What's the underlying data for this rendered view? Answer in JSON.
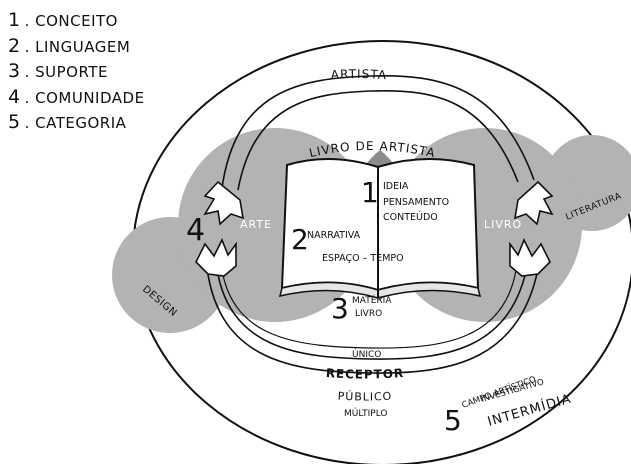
{
  "legend": [
    {
      "num": "1",
      "label": ". CONCEITO"
    },
    {
      "num": "2",
      "label": ". LINGUAGEM"
    },
    {
      "num": "3",
      "label": ". SUPORTE"
    },
    {
      "num": "4",
      "label": ". COMUNIDADE"
    },
    {
      "num": "5",
      "label": ". CATEGORIA"
    }
  ],
  "diagram": {
    "artista": "ARTISTA",
    "livro_de_artista": "LIVRO DE ARTISTA",
    "arte": "ARTE",
    "livro": "LIVRO",
    "literatura": "LITERATURA",
    "design": "DESIGN",
    "num_1": "1",
    "num_2": "2",
    "num_3": "3",
    "num_4": "4",
    "num_5": "5",
    "ideia": "IDEIA",
    "pensamento": "PENSAMENTO",
    "conteudo": "CONTEÚDO",
    "narrativa": "NARRATIVA",
    "espaco_tempo": "ESPAÇO – TEMPO",
    "materia": "MATÉRIA",
    "livro_suporte": "LIVRO",
    "unico": "ÚNICO",
    "receptor": "RECEPTOR",
    "publico": "PÚBLICO",
    "multiplo": "MÚLTIPLO",
    "campo_artistico": "CAMPO ARTÍSTICO",
    "investigativo": "INVESTIGATIVO",
    "intermidia": "INTERMÍDIA"
  },
  "colors": {
    "circle_fill": "#b3b3b3",
    "overlap_fill": "#8c8c8c",
    "ink": "#111111"
  }
}
